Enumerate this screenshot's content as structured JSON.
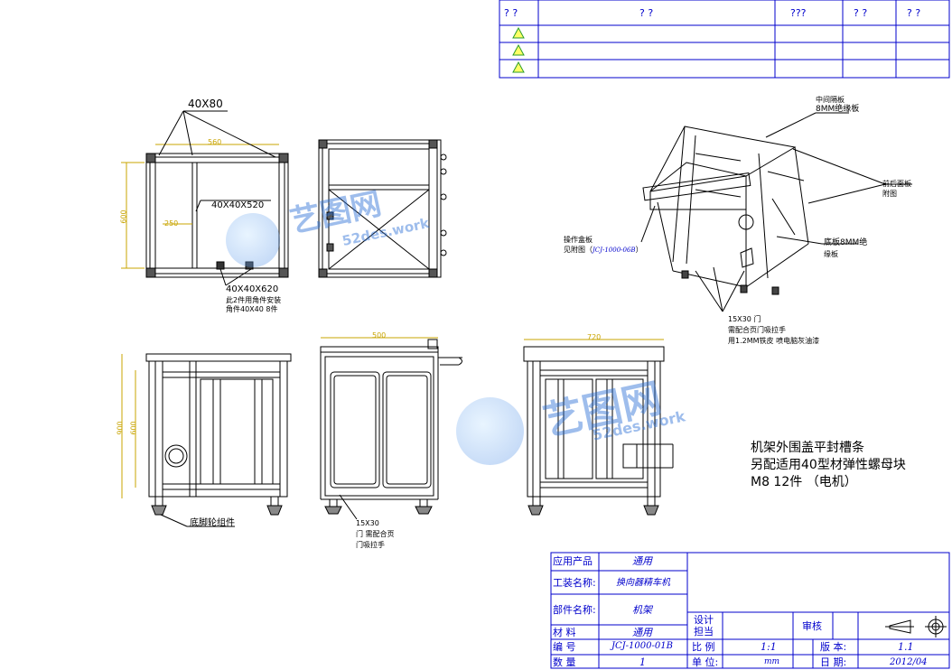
{
  "revision_table": {
    "headers": [
      "? ?",
      "? ?",
      "???",
      "? ?",
      "? ?"
    ],
    "rows": 3
  },
  "front_views": {
    "top_dim_label": "40X80",
    "dim_560": "560",
    "dim_600": "600",
    "dim_250": "250",
    "profile_520": "40X40X520",
    "profile_620": "40X40X620",
    "note_line1": "此2件用角件安装",
    "note_line2": "角件40X40 8件"
  },
  "elev_views": {
    "dim_500": "500",
    "dim_720": "720",
    "side_dim_outer": "900",
    "side_dim_inner": "600",
    "caster_label": "底脚轮组件",
    "door_line1": "15X30",
    "door_line2": "门 需配合页",
    "door_line3": "门吸拉手"
  },
  "iso_view": {
    "callout_1a": "中间隔板",
    "callout_1b": "8MM绝缘板",
    "callout_2a": "前后面板",
    "callout_2b": "附图",
    "callout_3a": "底板8MM绝",
    "callout_3b": "缘板",
    "callout_4a": "操作盒板",
    "callout_4b": "见附图（",
    "callout_4c": "JCJ-1000-06B",
    "callout_4d": "）",
    "callout_5a": "15X30 门",
    "callout_5b": "需配合页门吸拉手",
    "callout_5c": "用1.2MM铁皮 喷电脑灰油漆"
  },
  "notes": {
    "line1": "机架外围盖平封槽条",
    "line2": "另配适用40型材弹性螺母块",
    "line3": "M8    12件       （电机）"
  },
  "watermark": {
    "brand": "艺图网",
    "url": "52des.work"
  },
  "title_block": {
    "product_label": "应用产品",
    "product_value": "通用",
    "fixture_label": "工装名称:",
    "fixture_value": "换向器精车机",
    "part_label": "部件名称:",
    "part_value": "机架",
    "material_label": "材    料",
    "material_value": "通用",
    "number_label": "编    号",
    "number_value": "JCJ-1000-01B",
    "qty_label": "数    量",
    "qty_value": "1",
    "design_label_1": "设计",
    "design_label_2": "担当",
    "review_label": "审核",
    "scale_label": "比 例",
    "scale_value": "1:1",
    "version_label": "版 本:",
    "version_value": "1.1",
    "unit_label": "单 位:",
    "unit_value": "mm",
    "date_label": "日 期:",
    "date_value": "2012/04"
  },
  "colors": {
    "line": "#000000",
    "table_line": "#0000cc",
    "dim_text": "#c8a400",
    "value_text": "#0000cc",
    "watermark": "#2a6fd6"
  }
}
